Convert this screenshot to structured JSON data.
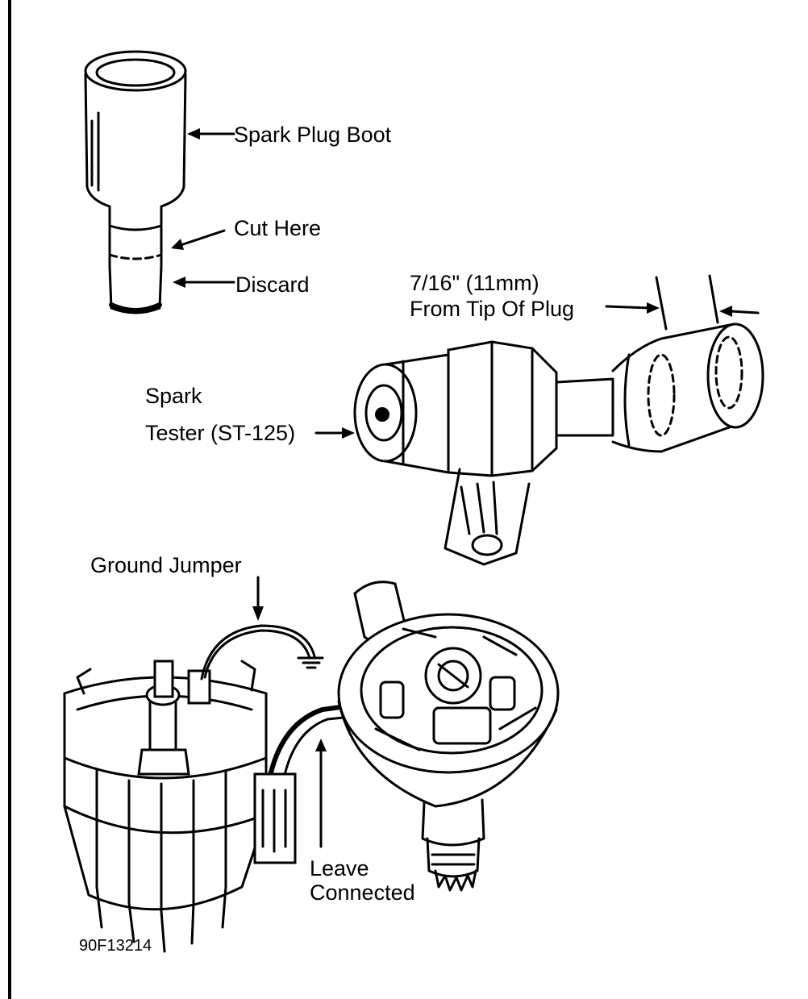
{
  "labels": {
    "spark_plug_boot": "Spark Plug Boot",
    "cut_here": "Cut Here",
    "discard": "Discard",
    "dimension_line1": "7/16\" (11mm)",
    "dimension_line2": "From Tip Of Plug",
    "spark_tester_line1": "Spark",
    "spark_tester_line2": "Tester (ST-125)",
    "ground_jumper": "Ground Jumper",
    "leave_connected_line1": "Leave",
    "leave_connected_line2": "Connected",
    "figure_id": "90F13214"
  }
}
